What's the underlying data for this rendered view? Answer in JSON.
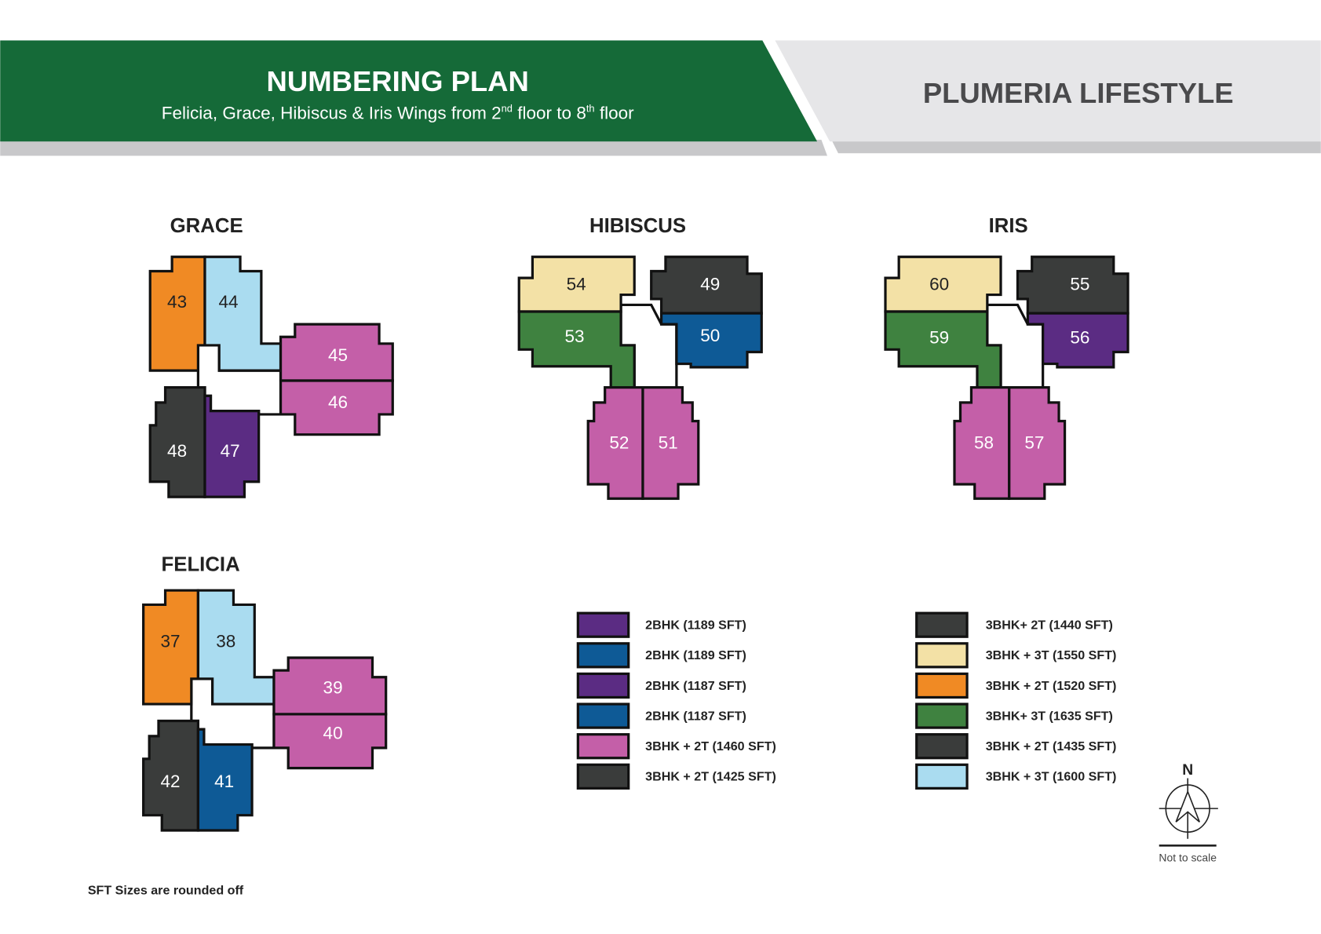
{
  "header": {
    "title": "NUMBERING PLAN",
    "subtitle": {
      "p1": "Felicia, Grace, Hibiscus & Iris Wings from 2",
      "s1": "nd",
      "p2": " floor to 8",
      "s2": "th",
      "p3": " floor"
    },
    "brand": "PLUMERIA LIFESTYLE",
    "colors": {
      "green": "#156a38",
      "gray": "#e6e6e8",
      "stripe": "#c8c8ca"
    }
  },
  "wings": {
    "grace": {
      "name": "GRACE",
      "units": [
        "43",
        "44",
        "45",
        "46",
        "48",
        "47"
      ]
    },
    "felicia": {
      "name": "FELICIA",
      "units": [
        "37",
        "38",
        "39",
        "40",
        "42",
        "41"
      ]
    },
    "hibiscus": {
      "name": "HIBISCUS",
      "units": [
        "54",
        "53",
        "49",
        "50",
        "52",
        "51"
      ]
    },
    "iris": {
      "name": "IRIS",
      "units": [
        "60",
        "59",
        "55",
        "56",
        "58",
        "57"
      ]
    }
  },
  "legend": [
    {
      "label": "2BHK (1189 SFT)",
      "color": "#5b2c83"
    },
    {
      "label": "2BHK (1189 SFT)",
      "color": "#0e5a96"
    },
    {
      "label": "2BHK (1187 SFT)",
      "color": "#5b2c83"
    },
    {
      "label": "2BHK (1187 SFT)",
      "color": "#0e5a96"
    },
    {
      "label": "3BHK + 2T (1460 SFT)",
      "color": "#c45fa8"
    },
    {
      "label": "3BHK + 2T (1425 SFT)",
      "color": "#3a3c3b"
    },
    {
      "label": "3BHK+ 2T (1440 SFT)",
      "color": "#3a3c3b"
    },
    {
      "label": "3BHK + 3T (1550 SFT)",
      "color": "#f3e1a6"
    },
    {
      "label": "3BHK + 2T (1520 SFT)",
      "color": "#f08a24"
    },
    {
      "label": "3BHK+ 3T (1635 SFT)",
      "color": "#3f8240"
    },
    {
      "label": "3BHK + 2T (1435 SFT)",
      "color": "#3a3c3b"
    },
    {
      "label": "3BHK + 3T (1600 SFT)",
      "color": "#aadcf0"
    }
  ],
  "compass": {
    "north": "N",
    "scale_note": "Not to scale"
  },
  "footnote": "SFT Sizes are rounded off"
}
